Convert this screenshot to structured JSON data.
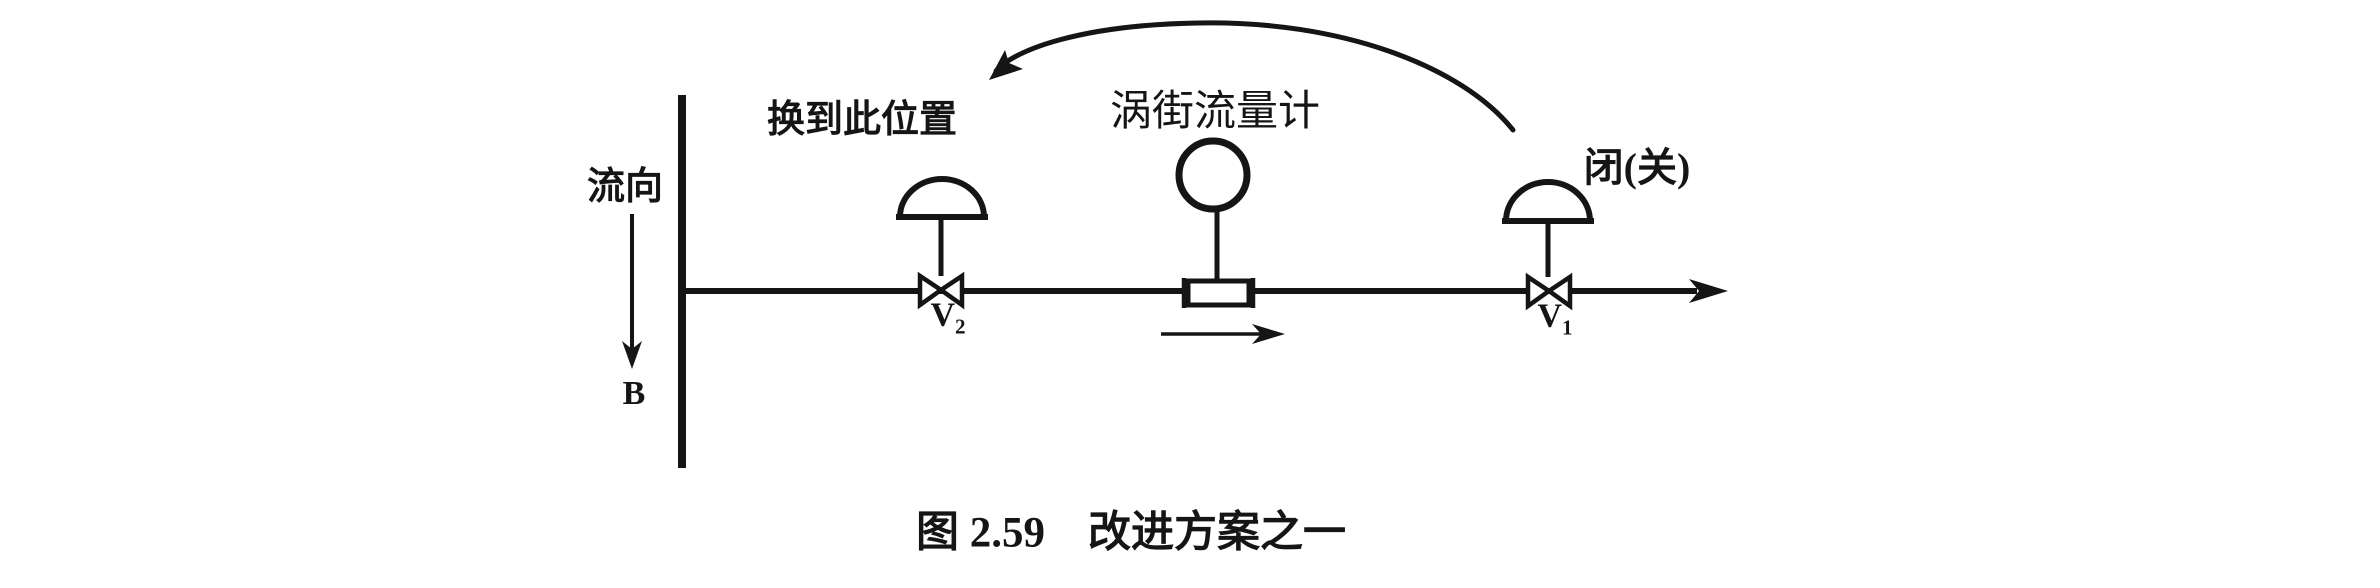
{
  "figure": {
    "caption": "图 2.59　改进方案之一"
  },
  "labels": {
    "flow_direction": "流向",
    "header_pipe": "B",
    "move_to_this_position": "换到此位置",
    "vortex_flowmeter": "涡街流量计",
    "closed": "闭(关)",
    "valve1_base": "V",
    "valve1_sub": "1",
    "valve2_base": "V",
    "valve2_sub": "2"
  },
  "colors": {
    "ink": "#151515",
    "paper": "#ffffff"
  }
}
